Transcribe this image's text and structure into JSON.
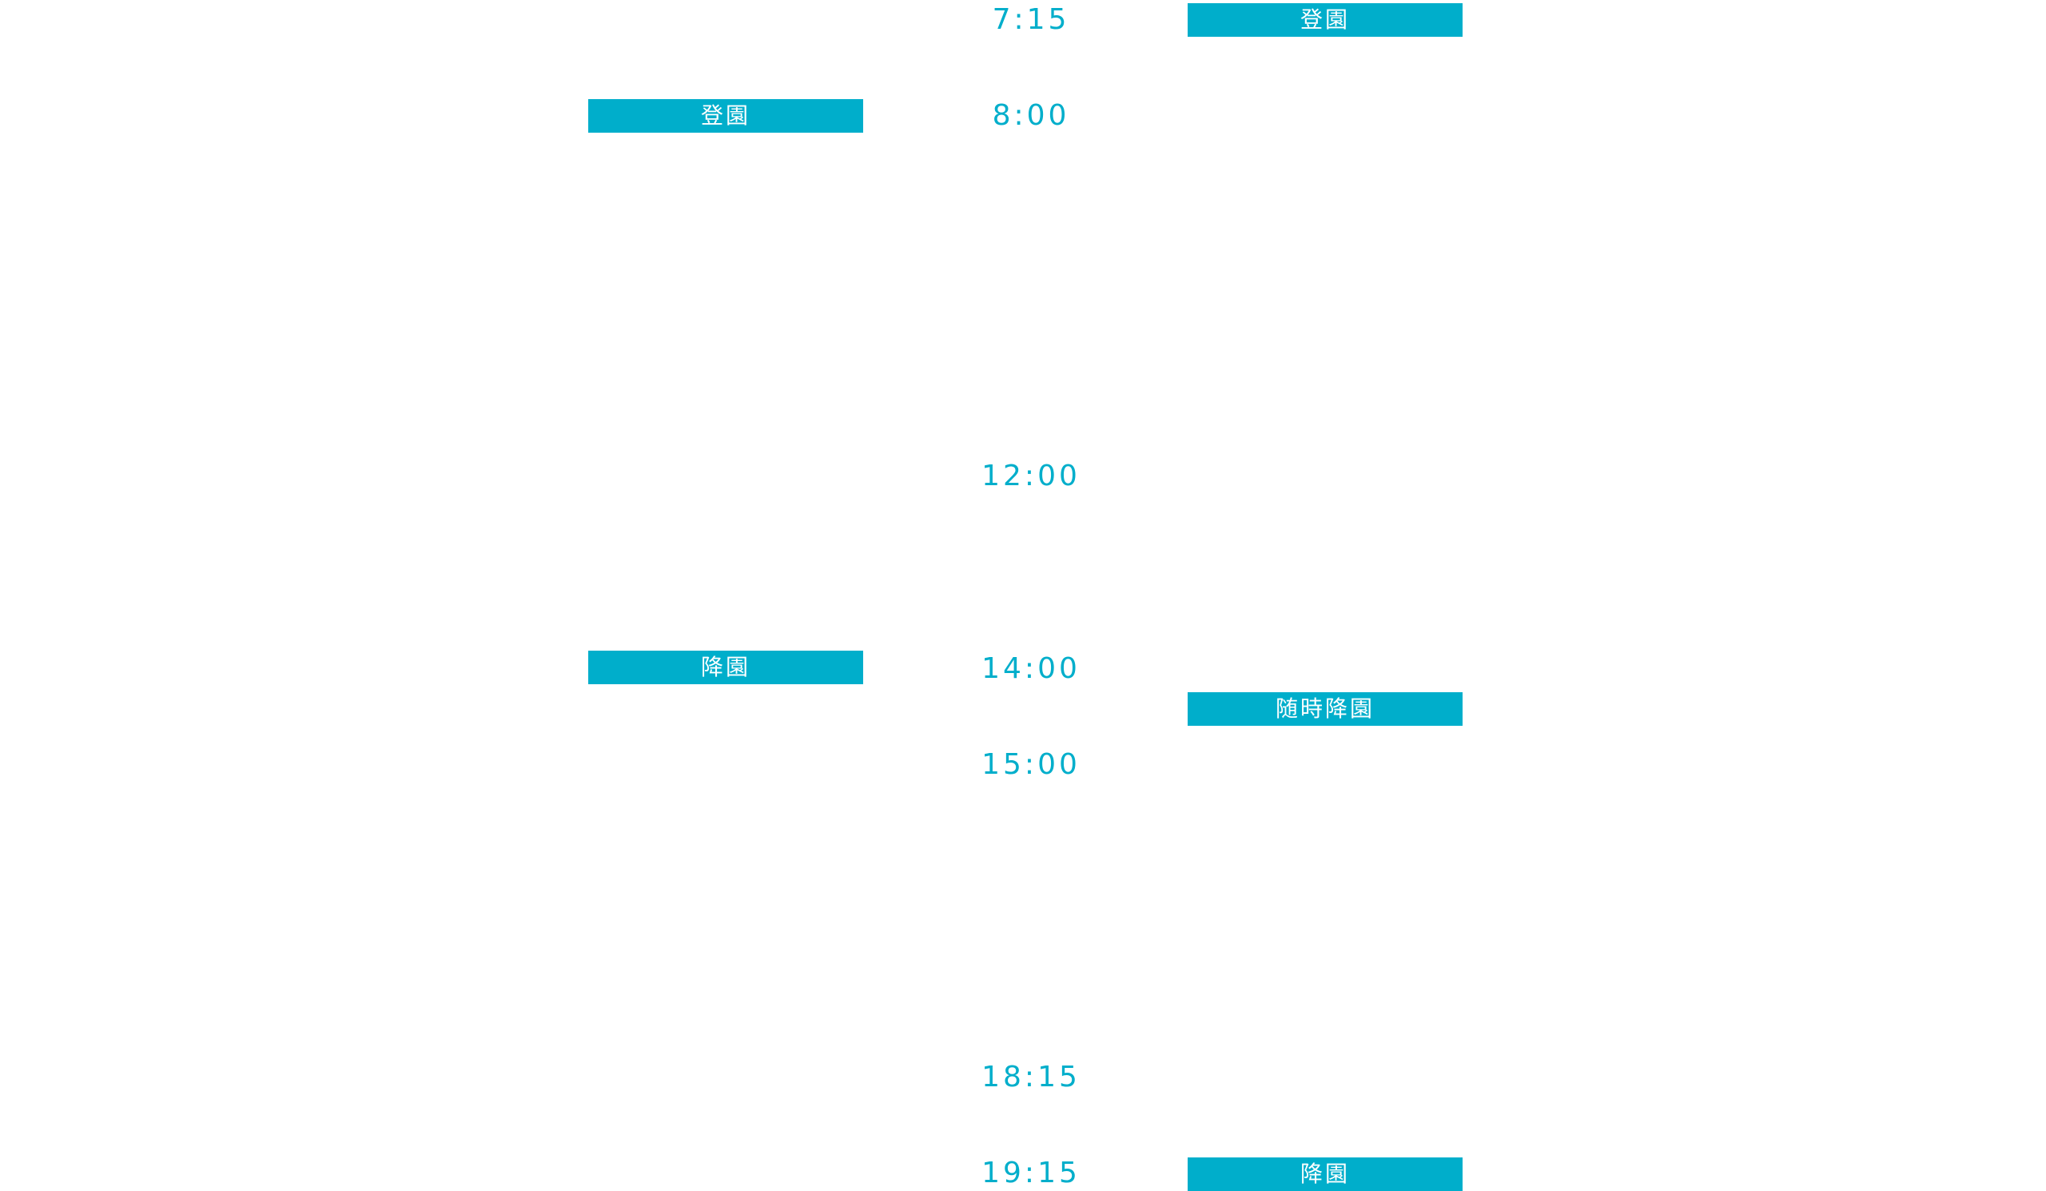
{
  "times": [
    "7:15",
    "8:00",
    "12:00",
    "14:00",
    "15:00",
    "18:15",
    "19:15"
  ],
  "left": {
    "arrival": "登園",
    "departure": "降園"
  },
  "right": {
    "arrival": "登園",
    "anytime_departure": "随時降園",
    "departure": "降園"
  },
  "colors": {
    "accent": "#00aecb"
  }
}
